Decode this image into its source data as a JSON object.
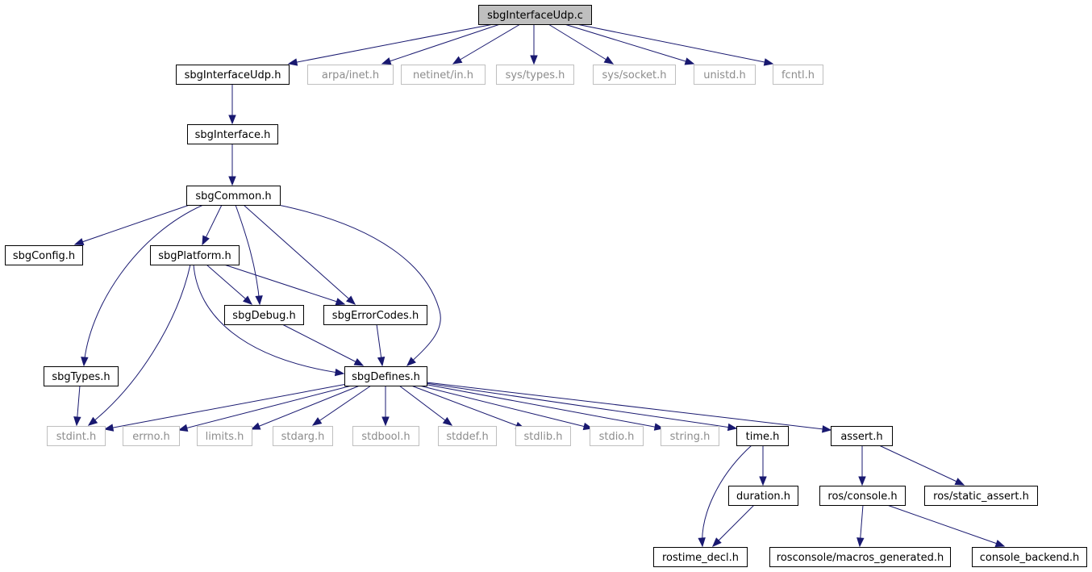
{
  "graph": {
    "colors": {
      "edge": "#191970",
      "node_border": "#000000",
      "missing_border": "#bfbfbf",
      "missing_text": "#8c8c8c",
      "root_fill": "#bfbfbf",
      "background": "#ffffff"
    },
    "nodes": [
      {
        "id": "sbgInterfaceUdp_c",
        "label": "sbgInterfaceUdp.c",
        "kind": "root"
      },
      {
        "id": "sbgInterfaceUdp_h",
        "label": "sbgInterfaceUdp.h",
        "kind": "file"
      },
      {
        "id": "arpa_inet_h",
        "label": "arpa/inet.h",
        "kind": "missing"
      },
      {
        "id": "netinet_in_h",
        "label": "netinet/in.h",
        "kind": "missing"
      },
      {
        "id": "sys_types_h",
        "label": "sys/types.h",
        "kind": "missing"
      },
      {
        "id": "sys_socket_h",
        "label": "sys/socket.h",
        "kind": "missing"
      },
      {
        "id": "unistd_h",
        "label": "unistd.h",
        "kind": "missing"
      },
      {
        "id": "fcntl_h",
        "label": "fcntl.h",
        "kind": "missing"
      },
      {
        "id": "sbgInterface_h",
        "label": "sbgInterface.h",
        "kind": "file"
      },
      {
        "id": "sbgCommon_h",
        "label": "sbgCommon.h",
        "kind": "file"
      },
      {
        "id": "sbgConfig_h",
        "label": "sbgConfig.h",
        "kind": "file"
      },
      {
        "id": "sbgPlatform_h",
        "label": "sbgPlatform.h",
        "kind": "file"
      },
      {
        "id": "sbgDebug_h",
        "label": "sbgDebug.h",
        "kind": "file"
      },
      {
        "id": "sbgErrorCodes_h",
        "label": "sbgErrorCodes.h",
        "kind": "file"
      },
      {
        "id": "sbgTypes_h",
        "label": "sbgTypes.h",
        "kind": "file"
      },
      {
        "id": "sbgDefines_h",
        "label": "sbgDefines.h",
        "kind": "file"
      },
      {
        "id": "stdint_h",
        "label": "stdint.h",
        "kind": "missing"
      },
      {
        "id": "errno_h",
        "label": "errno.h",
        "kind": "missing"
      },
      {
        "id": "limits_h",
        "label": "limits.h",
        "kind": "missing"
      },
      {
        "id": "stdarg_h",
        "label": "stdarg.h",
        "kind": "missing"
      },
      {
        "id": "stdbool_h",
        "label": "stdbool.h",
        "kind": "missing"
      },
      {
        "id": "stddef_h",
        "label": "stddef.h",
        "kind": "missing"
      },
      {
        "id": "stdlib_h",
        "label": "stdlib.h",
        "kind": "missing"
      },
      {
        "id": "stdio_h",
        "label": "stdio.h",
        "kind": "missing"
      },
      {
        "id": "string_h",
        "label": "string.h",
        "kind": "missing"
      },
      {
        "id": "time_h",
        "label": "time.h",
        "kind": "file"
      },
      {
        "id": "assert_h",
        "label": "assert.h",
        "kind": "file"
      },
      {
        "id": "duration_h",
        "label": "duration.h",
        "kind": "file"
      },
      {
        "id": "rostime_decl_h",
        "label": "rostime_decl.h",
        "kind": "file"
      },
      {
        "id": "ros_console_h",
        "label": "ros/console.h",
        "kind": "file"
      },
      {
        "id": "ros_static_assert_h",
        "label": "ros/static_assert.h",
        "kind": "file"
      },
      {
        "id": "rosconsole_macros_generated_h",
        "label": "rosconsole/macros_generated.h",
        "kind": "file"
      },
      {
        "id": "console_backend_h",
        "label": "console_backend.h",
        "kind": "file"
      }
    ],
    "edges": [
      {
        "from": "sbgInterfaceUdp_c",
        "to": "sbgInterfaceUdp_h"
      },
      {
        "from": "sbgInterfaceUdp_c",
        "to": "arpa_inet_h"
      },
      {
        "from": "sbgInterfaceUdp_c",
        "to": "netinet_in_h"
      },
      {
        "from": "sbgInterfaceUdp_c",
        "to": "sys_types_h"
      },
      {
        "from": "sbgInterfaceUdp_c",
        "to": "sys_socket_h"
      },
      {
        "from": "sbgInterfaceUdp_c",
        "to": "unistd_h"
      },
      {
        "from": "sbgInterfaceUdp_c",
        "to": "fcntl_h"
      },
      {
        "from": "sbgInterfaceUdp_h",
        "to": "sbgInterface_h"
      },
      {
        "from": "sbgInterface_h",
        "to": "sbgCommon_h"
      },
      {
        "from": "sbgCommon_h",
        "to": "sbgConfig_h"
      },
      {
        "from": "sbgCommon_h",
        "to": "sbgTypes_h"
      },
      {
        "from": "sbgCommon_h",
        "to": "sbgPlatform_h"
      },
      {
        "from": "sbgCommon_h",
        "to": "sbgDebug_h"
      },
      {
        "from": "sbgCommon_h",
        "to": "sbgErrorCodes_h"
      },
      {
        "from": "sbgCommon_h",
        "to": "sbgDefines_h"
      },
      {
        "from": "sbgPlatform_h",
        "to": "stdint_h"
      },
      {
        "from": "sbgPlatform_h",
        "to": "sbgDebug_h"
      },
      {
        "from": "sbgPlatform_h",
        "to": "sbgErrorCodes_h"
      },
      {
        "from": "sbgPlatform_h",
        "to": "sbgDefines_h"
      },
      {
        "from": "sbgDebug_h",
        "to": "sbgDefines_h"
      },
      {
        "from": "sbgErrorCodes_h",
        "to": "sbgDefines_h"
      },
      {
        "from": "sbgTypes_h",
        "to": "stdint_h"
      },
      {
        "from": "sbgDefines_h",
        "to": "stdint_h"
      },
      {
        "from": "sbgDefines_h",
        "to": "errno_h"
      },
      {
        "from": "sbgDefines_h",
        "to": "limits_h"
      },
      {
        "from": "sbgDefines_h",
        "to": "stdarg_h"
      },
      {
        "from": "sbgDefines_h",
        "to": "stdbool_h"
      },
      {
        "from": "sbgDefines_h",
        "to": "stddef_h"
      },
      {
        "from": "sbgDefines_h",
        "to": "stdlib_h"
      },
      {
        "from": "sbgDefines_h",
        "to": "stdio_h"
      },
      {
        "from": "sbgDefines_h",
        "to": "string_h"
      },
      {
        "from": "sbgDefines_h",
        "to": "time_h"
      },
      {
        "from": "sbgDefines_h",
        "to": "assert_h"
      },
      {
        "from": "time_h",
        "to": "duration_h"
      },
      {
        "from": "time_h",
        "to": "rostime_decl_h"
      },
      {
        "from": "duration_h",
        "to": "rostime_decl_h"
      },
      {
        "from": "assert_h",
        "to": "ros_console_h"
      },
      {
        "from": "assert_h",
        "to": "ros_static_assert_h"
      },
      {
        "from": "ros_console_h",
        "to": "rosconsole_macros_generated_h"
      },
      {
        "from": "ros_console_h",
        "to": "console_backend_h"
      }
    ]
  }
}
